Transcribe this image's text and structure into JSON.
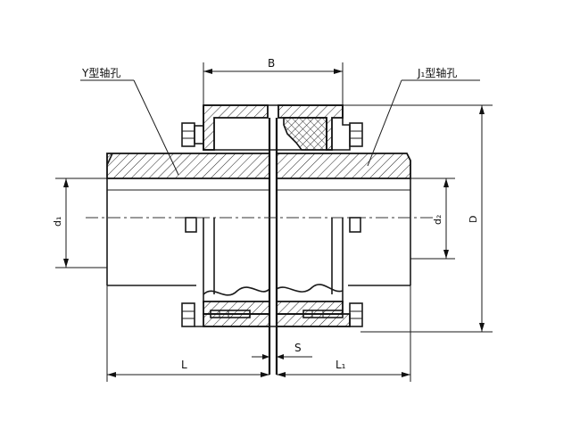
{
  "labels": {
    "y_hole": "Y型轴孔",
    "j1_hole": "J₁型轴孔",
    "dim_B": "B",
    "dim_D": "D",
    "dim_d1": "d₁",
    "dim_d2": "d₂",
    "dim_L": "L",
    "dim_L1": "L₁",
    "dim_S": "S"
  }
}
